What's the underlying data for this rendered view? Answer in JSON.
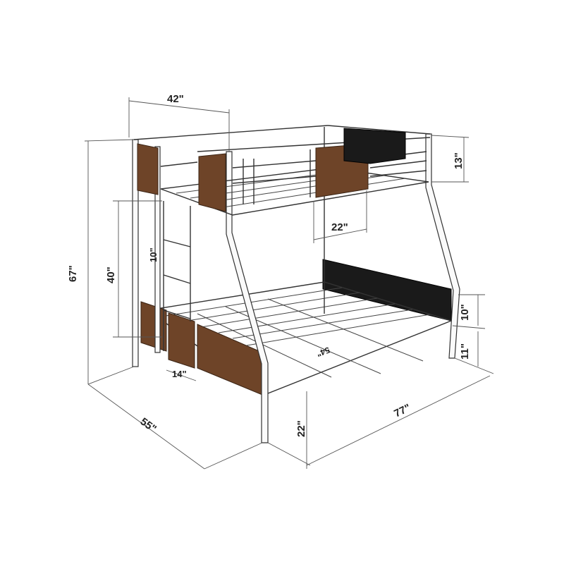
{
  "dimensions": {
    "upper_width": "42\"",
    "guardrail_height": "13\"",
    "guardrail_gap": "22\"",
    "total_height": "67\"",
    "ladder_height": "40\"",
    "ladder_rung_spacing": "10\"",
    "lower_headboard_height": "10\"",
    "lower_headboard_clearance": "11\"",
    "ladder_width": "14\"",
    "total_width": "55\"",
    "total_length": "77\"",
    "lower_bunk_height": "22\"",
    "lower_inner_width": "54\""
  },
  "colors": {
    "wood": "#6e4428",
    "panel": "#1a1a1a",
    "frame": "#fafafa"
  }
}
